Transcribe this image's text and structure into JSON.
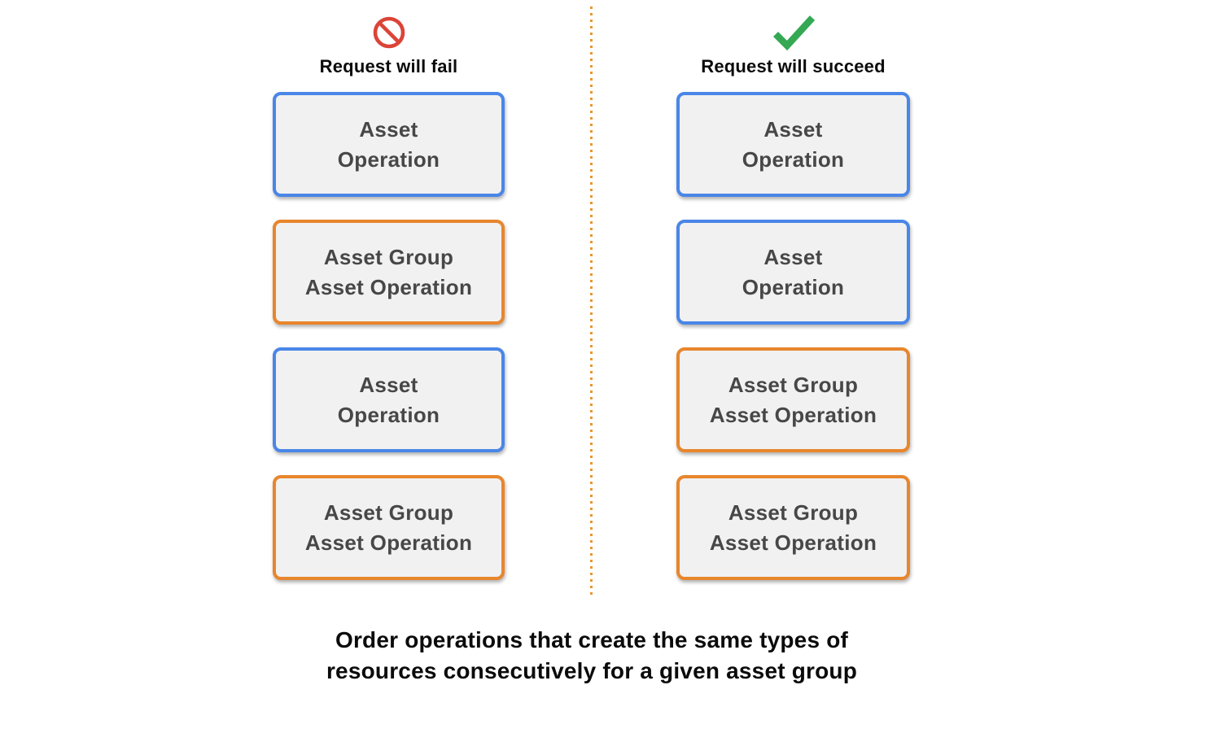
{
  "columns": {
    "fail": {
      "icon": "prohibition-icon",
      "title": "Request will fail",
      "boxes": [
        {
          "label": "Asset\nOperation",
          "type": "blue"
        },
        {
          "label": "Asset Group\nAsset Operation",
          "type": "orange"
        },
        {
          "label": "Asset\nOperation",
          "type": "blue"
        },
        {
          "label": "Asset Group\nAsset Operation",
          "type": "orange"
        }
      ]
    },
    "succeed": {
      "icon": "checkmark-icon",
      "title": "Request will succeed",
      "boxes": [
        {
          "label": "Asset\nOperation",
          "type": "blue"
        },
        {
          "label": "Asset\nOperation",
          "type": "blue"
        },
        {
          "label": "Asset Group\nAsset Operation",
          "type": "orange"
        },
        {
          "label": "Asset Group\nAsset Operation",
          "type": "orange"
        }
      ]
    }
  },
  "caption": "Order operations that create the same types of\nresources consecutively for a given asset group",
  "colors": {
    "blue_border": "#4A86E8",
    "orange_border": "#E8862D",
    "fail_red": "#DB4437",
    "success_green": "#34A853",
    "divider_orange": "#E8962E",
    "box_background": "#F1F1F1",
    "box_text": "#474747"
  }
}
